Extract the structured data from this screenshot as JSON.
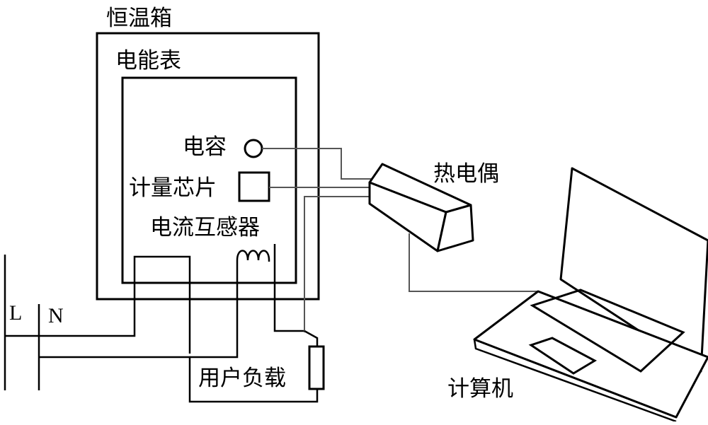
{
  "labels": {
    "incubator": "恒温箱",
    "meter": "电能表",
    "capacitor": "电容",
    "metering_chip": "计量芯片",
    "current_transformer": "电流互感器",
    "thermocouple": "热电偶",
    "user_load": "用户负载",
    "computer": "计算机",
    "line_l": "L",
    "line_n": "N"
  },
  "colors": {
    "stroke": "#000000",
    "signal_wire": "#555555",
    "background": "#ffffff"
  }
}
